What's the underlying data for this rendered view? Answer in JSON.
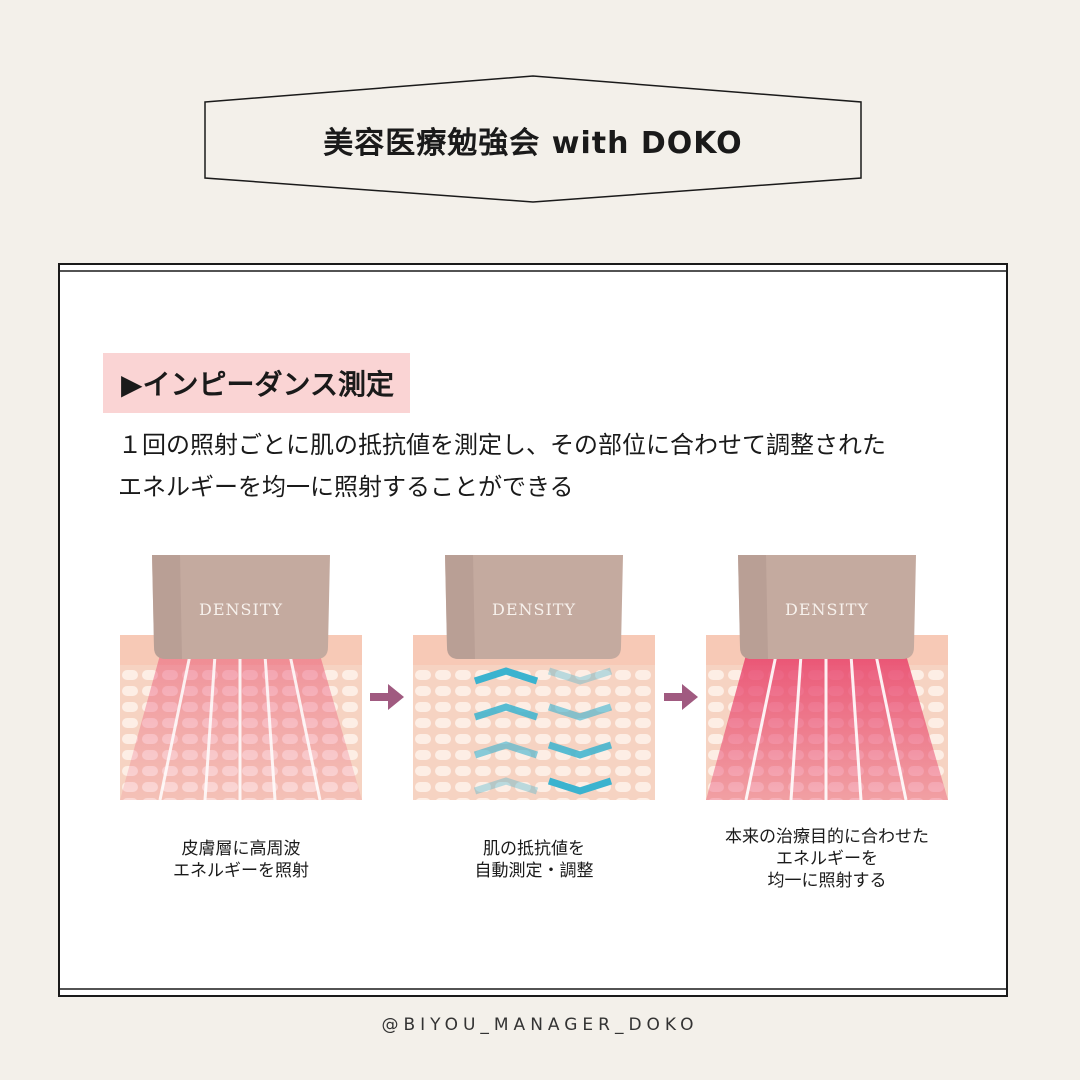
{
  "header": {
    "title": "美容医療勉強会 with DOKO"
  },
  "section": {
    "heading": "▶インピーダンス測定",
    "description_lines": [
      "１回の照射ごとに肌の抵抗値を測定し、その部位に合わせて調整された",
      "エネルギーを均一に照射することができる"
    ]
  },
  "panels": [
    {
      "device_label": "DENSITY",
      "caption_lines": [
        "皮膚層に高周波",
        "エネルギーを照射"
      ]
    },
    {
      "device_label": "DENSITY",
      "caption_lines": [
        "肌の抵抗値を",
        "自動測定・調整"
      ]
    },
    {
      "device_label": "DENSITY",
      "caption_lines": [
        "本来の治療目的に合わせた",
        "エネルギーを",
        "均一に照射する"
      ]
    }
  ],
  "footer": {
    "handle": "@BIYOU_MANAGER_DOKO"
  },
  "colors": {
    "background": "#f3f0ea",
    "heading_highlight": "#fad4d4",
    "skin_top": "#f7c9b6",
    "skin_cells": "#fbe5d8",
    "radiation_pink": "#e8416a",
    "chevron_blue": "#3bb3cf",
    "arrow": "#a05a80",
    "device": "#c4aa9f"
  }
}
